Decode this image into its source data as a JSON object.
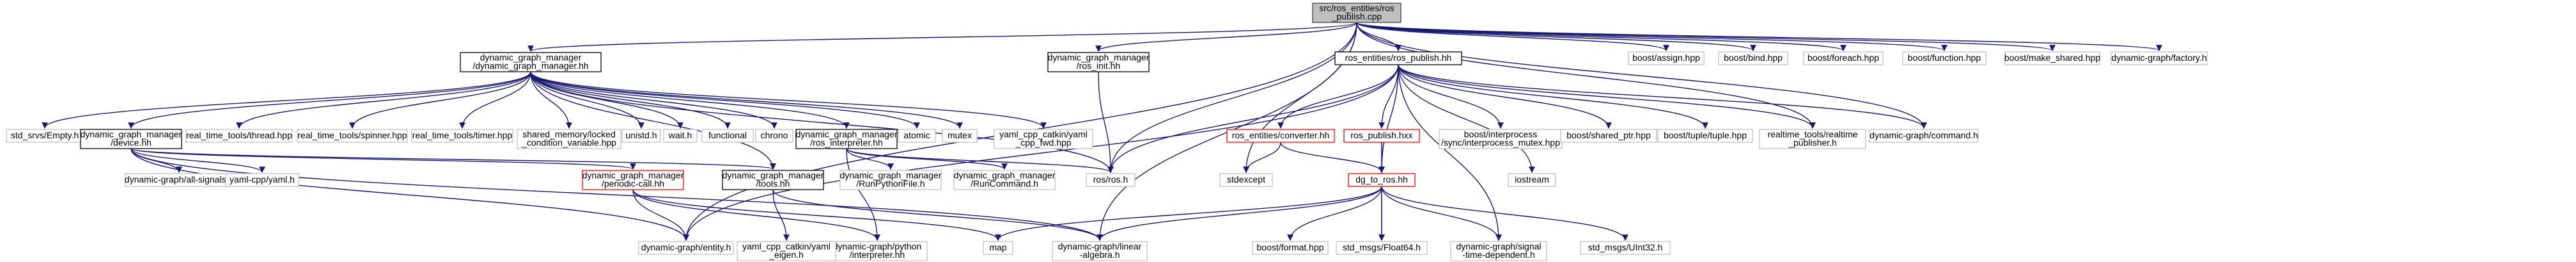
{
  "nodes": {
    "root": [
      "src/ros_entities/ros",
      "_publish.cpp"
    ],
    "dgm": [
      "dynamic_graph_manager",
      "/dynamic_graph_manager.hh"
    ],
    "ros_init": [
      "dynamic_graph_manager",
      "/ros_init.hh"
    ],
    "ros_publish_hh": [
      "ros_entities/ros_publish.hh"
    ],
    "boost_assign": [
      "boost/assign.hpp"
    ],
    "boost_bind": [
      "boost/bind.hpp"
    ],
    "boost_foreach": [
      "boost/foreach.hpp"
    ],
    "boost_function": [
      "boost/function.hpp"
    ],
    "boost_make_shared": [
      "boost/make_shared.hpp"
    ],
    "dg_factory": [
      "dynamic-graph/factory.h"
    ],
    "std_srvs_empty": [
      "std_srvs/Empty.h"
    ],
    "device": [
      "dynamic_graph_manager",
      "/device.hh"
    ],
    "rt_thread": [
      "real_time_tools/thread.hpp"
    ],
    "rt_spinner": [
      "real_time_tools/spinner.hpp"
    ],
    "rt_timer": [
      "real_time_tools/timer.hpp"
    ],
    "shm_cond": [
      "shared_memory/locked",
      "_condition_variable.hpp"
    ],
    "unistd": [
      "unistd.h"
    ],
    "wait": [
      "wait.h"
    ],
    "functional": [
      "functional"
    ],
    "chrono": [
      "chrono"
    ],
    "ros_interpreter": [
      "dynamic_graph_manager",
      "/ros_interpreter.hh"
    ],
    "atomic": [
      "atomic"
    ],
    "mutex": [
      "mutex"
    ],
    "yaml_fwd": [
      "yaml_cpp_catkin/yaml",
      "_cpp_fwd.hpp"
    ],
    "ros_ros": [
      "ros/ros.h"
    ],
    "converter": [
      "ros_entities/converter.hh"
    ],
    "ros_publish_hxx": [
      "ros_publish.hxx"
    ],
    "interprocess_mutex": [
      "boost/interprocess",
      "/sync/interprocess_mutex.hpp"
    ],
    "shared_ptr": [
      "boost/shared_ptr.hpp"
    ],
    "tuple": [
      "boost/tuple/tuple.hpp"
    ],
    "rt_publisher": [
      "realtime_tools/realtime",
      "_publisher.h"
    ],
    "dg_command": [
      "dynamic-graph/command.h"
    ],
    "dg_all_signals": [
      "dynamic-graph/all-signals.h"
    ],
    "yaml_cpp": [
      "yaml-cpp/yaml.h"
    ],
    "periodic_call": [
      "dynamic_graph_manager",
      "/periodic-call.hh"
    ],
    "tools": [
      "dynamic_graph_manager",
      "/tools.hh"
    ],
    "run_python_file": [
      "dynamic_graph_manager",
      "/RunPythonFile.h"
    ],
    "run_command": [
      "dynamic_graph_manager",
      "/RunCommand.h"
    ],
    "stdexcept": [
      "stdexcept"
    ],
    "dg_to_ros": [
      "dg_to_ros.hh"
    ],
    "iostream": [
      "iostream"
    ],
    "dg_entity": [
      "dynamic-graph/entity.h"
    ],
    "python_interpreter": [
      "dynamic-graph/python",
      "/interpreter.hh"
    ],
    "map": [
      "map"
    ],
    "yaml_eigen": [
      "yaml_cpp_catkin/yaml",
      "_eigen.h"
    ],
    "linear_algebra": [
      "dynamic-graph/linear",
      "-algebra.h"
    ],
    "boost_format": [
      "boost/format.hpp"
    ],
    "float64": [
      "std_msgs/Float64.h"
    ],
    "signal_time_dep": [
      "dynamic-graph/signal",
      "-time-dependent.h"
    ],
    "uint32": [
      "std_msgs/UInt32.h"
    ]
  },
  "colors": {
    "edge": "#191970",
    "root_fill": "#bfbfbf",
    "box_border_grey": "#bfbfbf",
    "box_border_documented": "#000000",
    "box_border_truncated": "#ff0000"
  }
}
